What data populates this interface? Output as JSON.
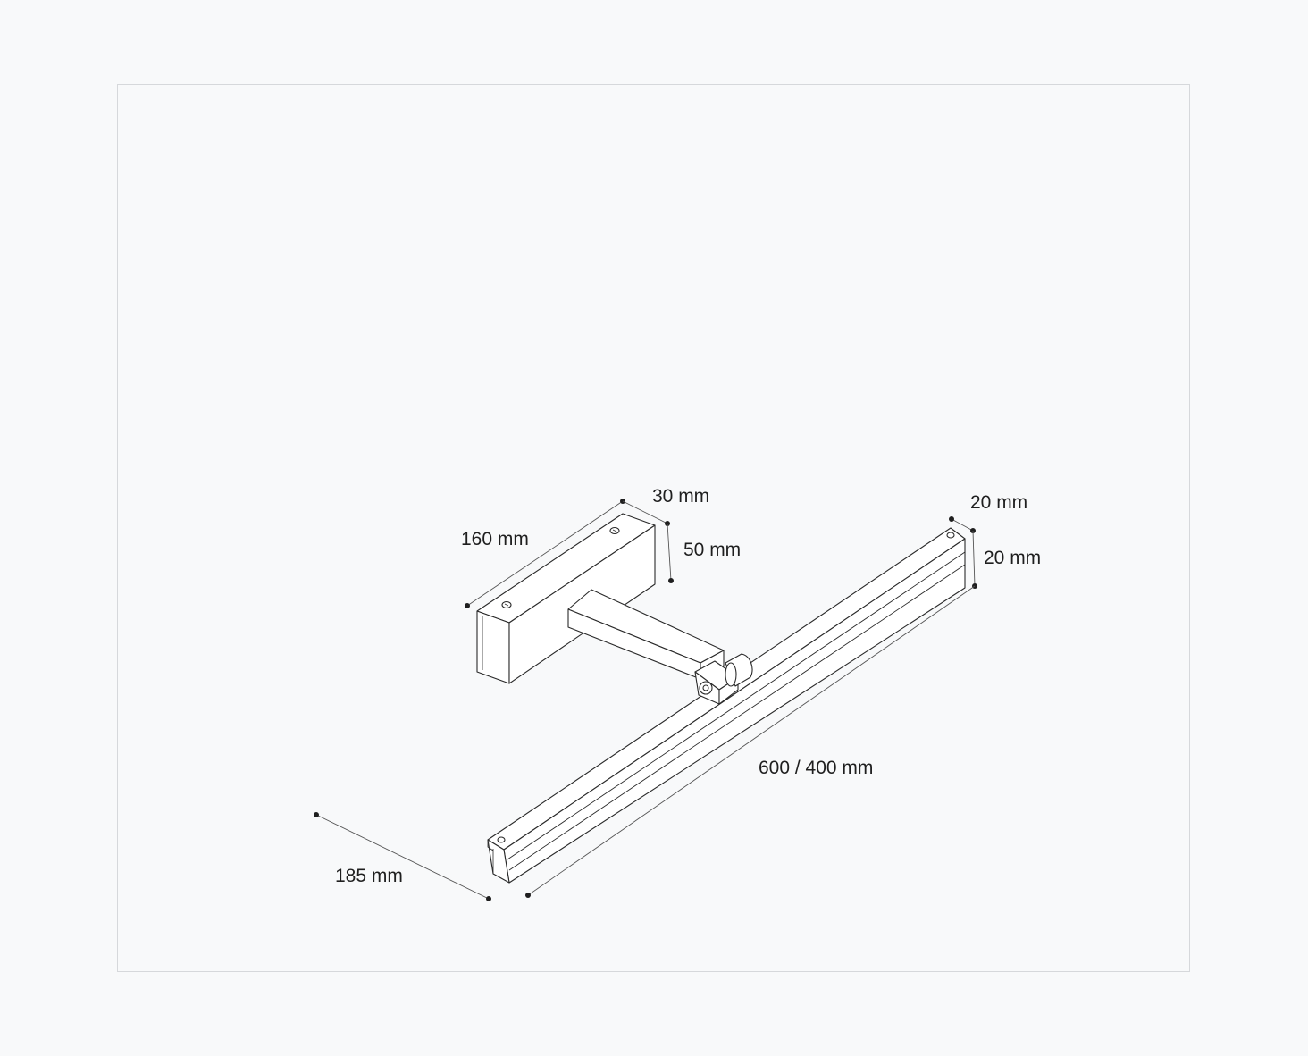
{
  "diagram": {
    "labels": {
      "bracket_length": "160 mm",
      "bracket_depth": "30 mm",
      "bracket_height": "50 mm",
      "bar_depth": "20 mm",
      "bar_height": "20 mm",
      "bar_length": "600 / 400 mm",
      "projection": "185 mm"
    },
    "colors": {
      "background": "#f8f9fa",
      "frame_border": "#d6d8db",
      "line": "#2a2a2a",
      "dimension_line": "#555555",
      "text": "#1f1f1f"
    }
  }
}
